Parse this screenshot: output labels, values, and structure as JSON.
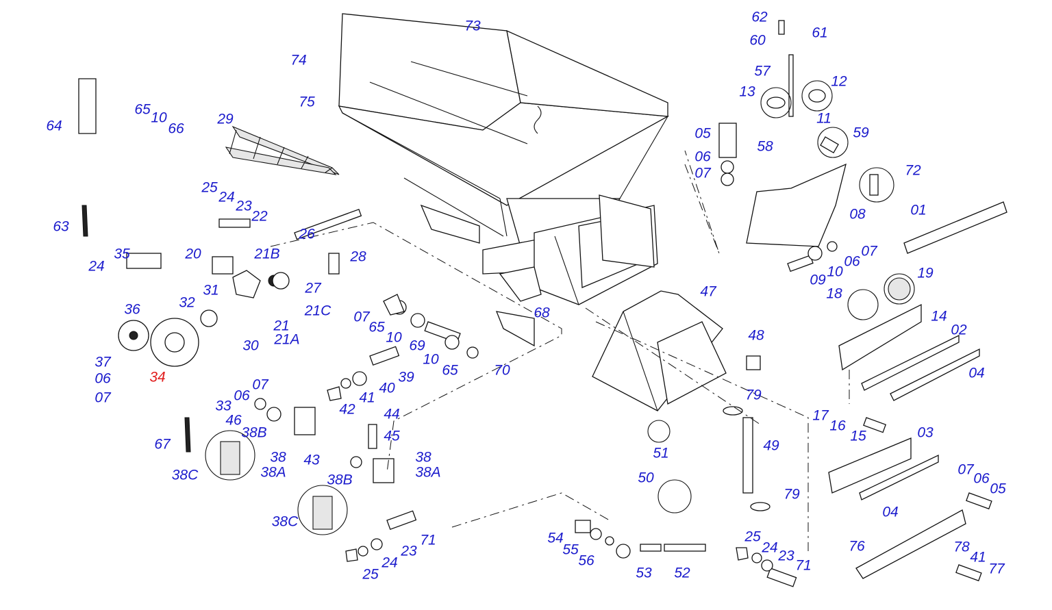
{
  "colors": {
    "label": "#1a1acc",
    "highlight": "#e01b1b",
    "ink": "#111111"
  },
  "highlighted_part": "34",
  "labels": [
    "73",
    "74",
    "75",
    "29",
    "64",
    "65",
    "10",
    "66",
    "63",
    "25",
    "24",
    "23",
    "22",
    "35",
    "24",
    "20",
    "21B",
    "26",
    "28",
    "31",
    "32",
    "36",
    "27",
    "21C",
    "21",
    "21A",
    "30",
    "37",
    "06",
    "07",
    "34",
    "07",
    "06",
    "33",
    "07",
    "65",
    "10",
    "68",
    "69",
    "10",
    "65",
    "70",
    "39",
    "40",
    "41",
    "42",
    "46",
    "38B",
    "44",
    "45",
    "67",
    "38C",
    "38",
    "38A",
    "43",
    "38B",
    "38",
    "38A",
    "38C",
    "23",
    "71",
    "24",
    "25",
    "47",
    "48",
    "79",
    "49",
    "51",
    "50",
    "79",
    "54",
    "55",
    "56",
    "53",
    "52",
    "25",
    "24",
    "23",
    "71",
    "62",
    "61",
    "60",
    "57",
    "12",
    "13",
    "11",
    "05",
    "59",
    "06",
    "58",
    "07",
    "72",
    "08",
    "01",
    "07",
    "06",
    "10",
    "09",
    "19",
    "18",
    "14",
    "02",
    "04",
    "17",
    "16",
    "15",
    "03",
    "07",
    "06",
    "05",
    "04",
    "76",
    "78",
    "41",
    "77"
  ]
}
